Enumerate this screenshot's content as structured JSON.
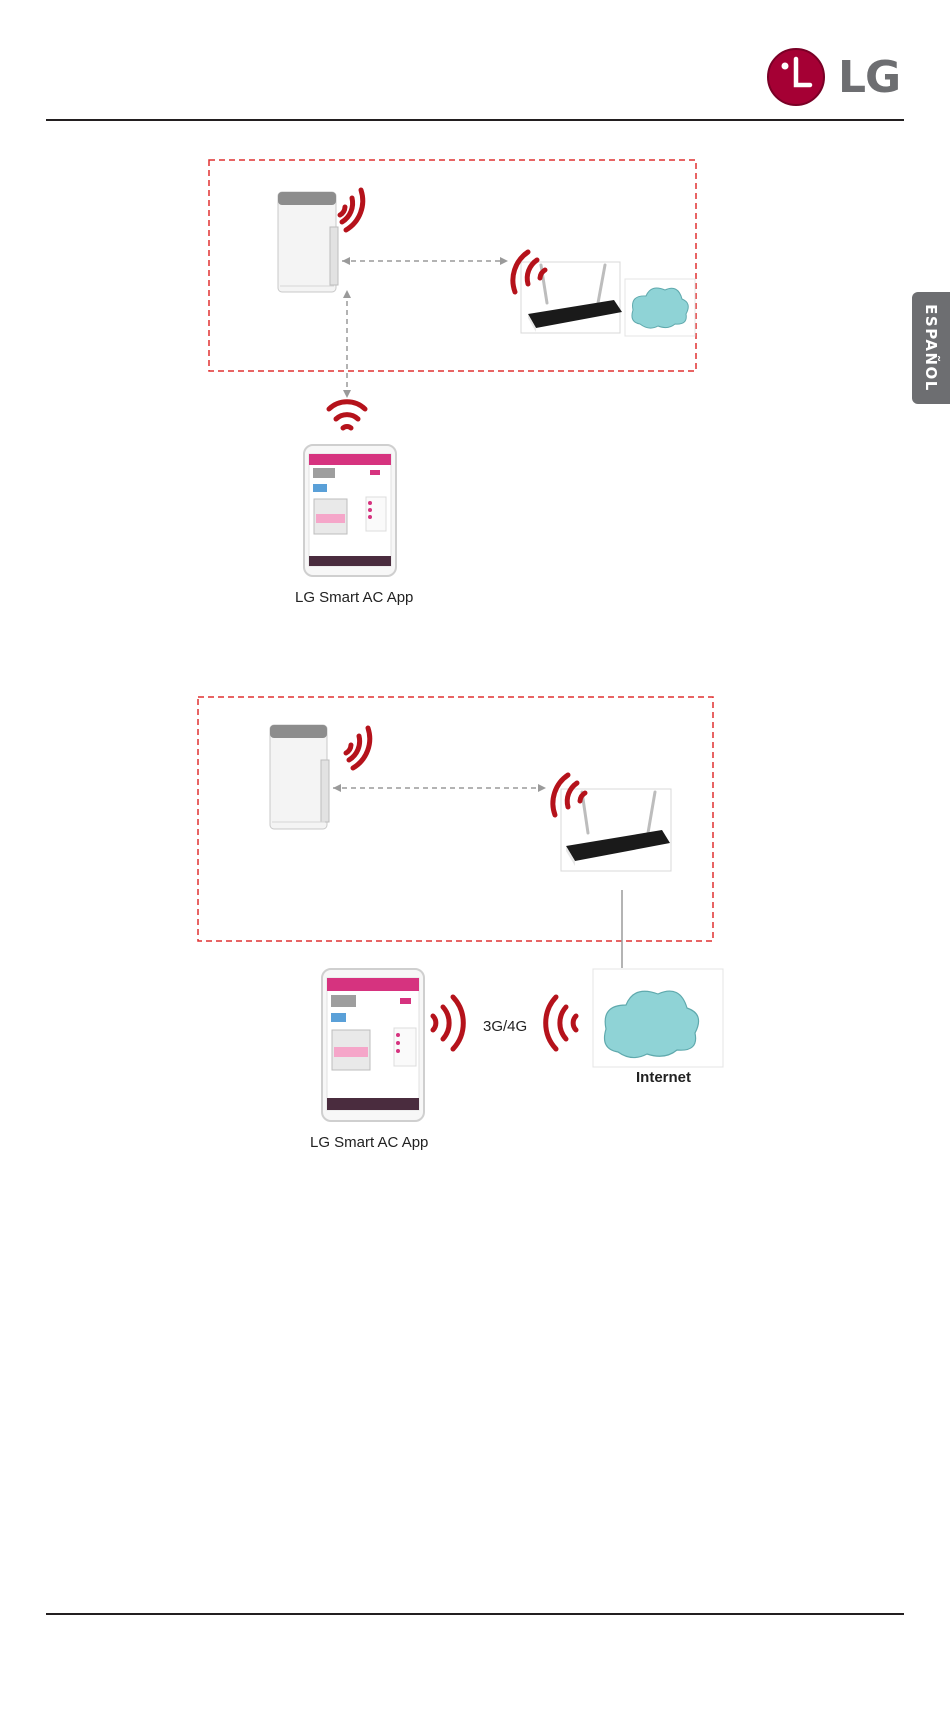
{
  "header": {
    "brand": "LG"
  },
  "side_tab": {
    "label": "ESPAÑOL"
  },
  "diagram1": {
    "app_caption": "LG Smart AC App"
  },
  "diagram2": {
    "app_caption": "LG Smart AC App",
    "network_label": "3G/4G",
    "cloud_label": "Internet"
  },
  "colors": {
    "brand_red": "#a50034",
    "signal_red": "#b5121b",
    "dashed_box": "#e03030",
    "cloud": "#8fd3d6"
  }
}
